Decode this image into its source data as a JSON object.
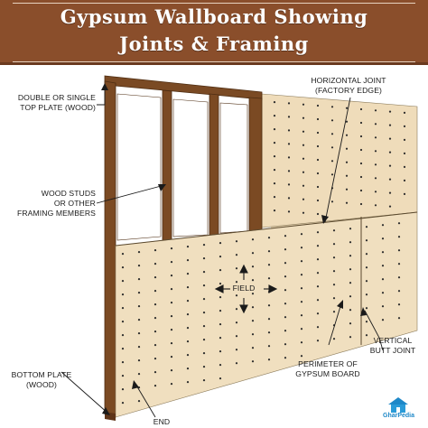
{
  "header": {
    "title_line1": "Gypsum Wallboard Showing",
    "title_line2": "Joints & Framing"
  },
  "labels": {
    "horizontal_joint": [
      "HORIZONTAL JOINT",
      "(FACTORY EDGE)"
    ],
    "top_plate": [
      "DOUBLE OR SINGLE",
      "TOP PLATE (WOOD)"
    ],
    "wood_studs": [
      "WOOD STUDS",
      "OR OTHER",
      "FRAMING MEMBERS"
    ],
    "field": "FIELD",
    "vertical_butt_joint": [
      "VERTICAL",
      "BUTT JOINT"
    ],
    "perimeter": [
      "PERIMETER OF",
      "GYPSUM BOARD"
    ],
    "bottom_plate": [
      "BOTTOM PLATE",
      "(WOOD)"
    ],
    "end": "END"
  },
  "logo": {
    "name": "GharPedia",
    "icon": "house-logo-icon"
  },
  "colors": {
    "banner": "#8a4e2b",
    "wood": "#7a4a24",
    "board": "#f0dfbf",
    "board_side": "#e6d3ad",
    "screw_dots": "#2b2b2b"
  }
}
